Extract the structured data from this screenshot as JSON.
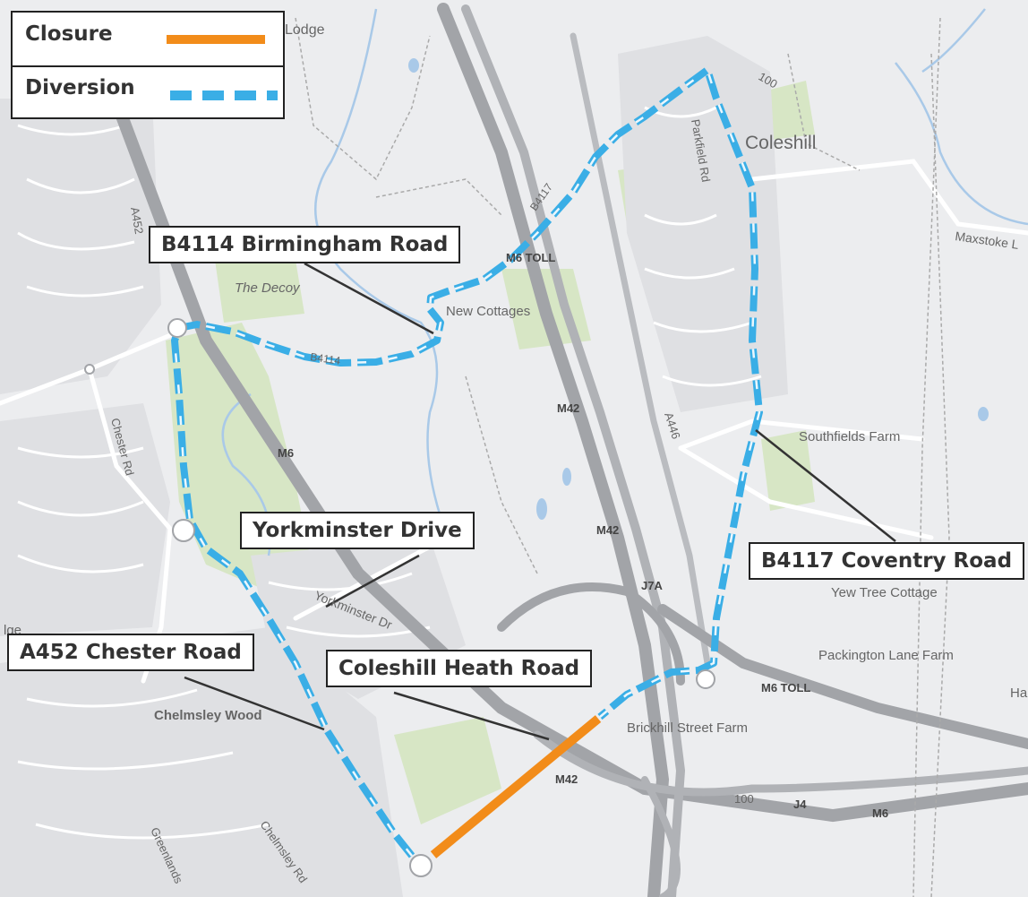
{
  "legend": {
    "closure_label": "Closure",
    "diversion_label": "Diversion",
    "closure_color": "#f28c1a",
    "diversion_color": "#3aaee6"
  },
  "callouts": {
    "birmingham_road": "B4114 Birmingham Road",
    "yorkminster_drive": "Yorkminster Drive",
    "chester_road": "A452 Chester Road",
    "coleshill_heath": "Coleshill Heath Road",
    "coventry_road": "B4117 Coventry Road"
  },
  "places": {
    "lodge": "Lodge",
    "coleshill": "Coleshill",
    "maxstoke": "Maxstoke L",
    "the_decoy": "The Decoy",
    "new_cottages": "New Cottages",
    "southfields": "Southfields Farm",
    "yew_tree": "Yew Tree Cottage",
    "packington": "Packington Lane Farm",
    "brickhill": "Brickhill Street Farm",
    "chelmsley_wood": "Chelmsley Wood",
    "ha": "Ha",
    "lge": "lge"
  },
  "roads": {
    "m6": "M6",
    "m42": "M42",
    "m6_toll": "M6 TOLL",
    "a446": "A446",
    "j7a": "J7A",
    "j4": "J4",
    "r100": "100",
    "b4114": "B4114",
    "chester_rd": "Chester Rd",
    "yorkminster_dr": "Yorkminster Dr",
    "parkfield_rd": "Parkfield Rd",
    "chelmsley_rd": "Chelmsley Rd",
    "greenlands": "Greenlands",
    "a452": "A452",
    "b4117": "B4117"
  }
}
